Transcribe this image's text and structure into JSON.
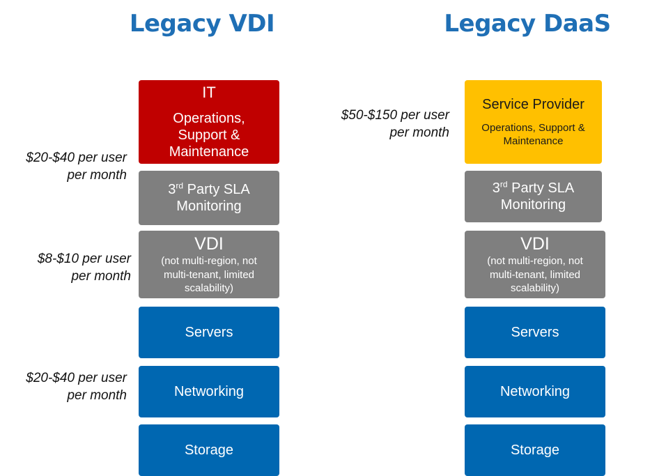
{
  "columns": [
    {
      "title": "Legacy VDI",
      "boxes": {
        "top": {
          "heading": "IT",
          "body": "Operations, Support & Maintenance",
          "color": "#c00000"
        },
        "sla": {
          "prefix": "3",
          "sup": "rd",
          "suffix": " Party SLA",
          "line2": "Monitoring",
          "color": "#7f7f7f"
        },
        "vdi": {
          "heading": "VDI",
          "body": "(not multi-region, not multi-tenant, limited scalability)",
          "color": "#7f7f7f"
        },
        "servers": "Servers",
        "networking": "Networking",
        "storage": "Storage"
      },
      "prices": [
        {
          "line1": "$20-$40 per user",
          "line2": "per month"
        },
        {
          "line1": "$8-$10 per user",
          "line2": "per month"
        },
        {
          "line1": "$20-$40 per user",
          "line2": "per month"
        }
      ]
    },
    {
      "title": "Legacy DaaS",
      "boxes": {
        "top": {
          "heading": "Service Provider",
          "body": "Operations, Support & Maintenance",
          "color": "#ffc000"
        },
        "sla": {
          "prefix": "3",
          "sup": "rd",
          "suffix": " Party SLA",
          "line2": "Monitoring",
          "color": "#7f7f7f"
        },
        "vdi": {
          "heading": "VDI",
          "body": "(not multi-region, not multi-tenant, limited scalability)",
          "color": "#7f7f7f"
        },
        "servers": "Servers",
        "networking": "Networking",
        "storage": "Storage"
      },
      "prices": [
        {
          "line1": "$50-$150 per user",
          "line2": "per month"
        }
      ]
    }
  ],
  "colors": {
    "title": "#1f6fb5",
    "infra": "#0067b1"
  }
}
